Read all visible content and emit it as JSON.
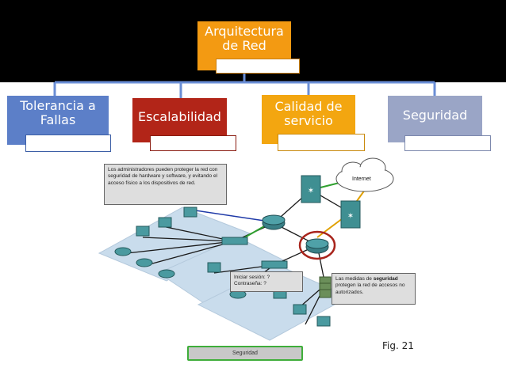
{
  "root": {
    "label": "Arquitectura de Red"
  },
  "nodes": [
    {
      "label": "Tolerancia a Fallas"
    },
    {
      "label": "Escalabilidad"
    },
    {
      "label": "Calidad de servicio"
    },
    {
      "label": "Seguridad"
    }
  ],
  "colors": {
    "root": "#f39a12",
    "tolerancia": "#5c7fc8",
    "escalabilidad": "#b22518",
    "calidad": "#f3a610",
    "seguridad": "#9aa5c6",
    "connector": "#6a8ed6"
  },
  "figure": {
    "callout_admins": "Los administradores pueden proteger la red con seguridad de hardware y software, y evitando el acceso físico a los dispositivos de red.",
    "login_line1": "Iniciar sesión: ?",
    "login_line2": "Contraseña: ?",
    "callout_measures_pre": "Las medidas de ",
    "callout_measures_bold": "seguridad",
    "callout_measures_post": " protegen la red de accesos no autorizados.",
    "cloud_label": "Internet",
    "bottom_label": "Seguridad",
    "fig_caption": "Fig. 21"
  }
}
